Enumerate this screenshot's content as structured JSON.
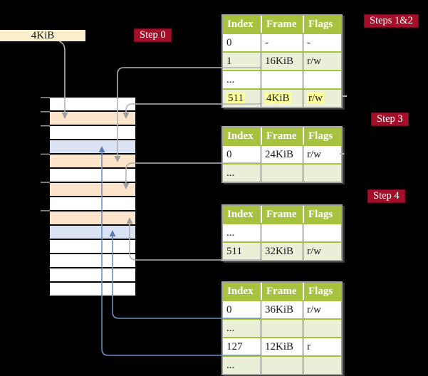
{
  "colors": {
    "background": "#000000",
    "cream_box": "#fbf0cd",
    "badge_bg": "#a50e29",
    "badge_border": "#7d0a20",
    "badge_text": "#ffffff",
    "table_header_bg": "#a7c23e",
    "table_header_text": "#ffffff",
    "table_row_tint": "#eaf0d8",
    "table_border_green": "#a7c23e",
    "table_border_outer": "#a0a0a0",
    "table_col_sep": "#4d4d4d",
    "highlight_yellow": "#ffff9c",
    "strip_white": "#ffffff",
    "strip_peach": "#fce5cb",
    "strip_blue": "#d9e3f3",
    "strip_sep": "#000000",
    "tick_gray": "#999999",
    "arrow_gray": "#b3b3b3",
    "arrow_gray_head": "#a0a0a0",
    "arrow_blue": "#6d8ebf",
    "arrow_blue_head": "#5b7cb0",
    "cell_text": "#1a1a1a"
  },
  "page_box": {
    "label": "4KiB"
  },
  "badges": {
    "step0": "Step 0",
    "steps12": "Steps 1&2",
    "step3": "Step 3",
    "step4": "Step 4"
  },
  "memory_strip": {
    "row_colors": [
      "white",
      "peach",
      "white",
      "blue",
      "peach",
      "white",
      "peach",
      "white",
      "peach",
      "blue",
      "white",
      "white",
      "white",
      "white"
    ],
    "tick_rows": [
      0,
      1,
      2,
      4,
      6,
      8
    ]
  },
  "tables": [
    {
      "id": "page-table-steps-1-2",
      "headers": [
        "Index",
        "Frame",
        "Flags"
      ],
      "rows": [
        {
          "cells": [
            "0",
            "-",
            "-"
          ],
          "tint": false,
          "highlight": false
        },
        {
          "cells": [
            "1",
            "16KiB",
            "r/w"
          ],
          "tint": true,
          "highlight": false
        },
        {
          "cells": [
            "...",
            "",
            ""
          ],
          "tint": false,
          "highlight": false
        },
        {
          "cells": [
            "511",
            "4KiB",
            "r/w"
          ],
          "tint": true,
          "highlight": true
        }
      ]
    },
    {
      "id": "page-table-step-3",
      "headers": [
        "Index",
        "Frame",
        "Flags"
      ],
      "rows": [
        {
          "cells": [
            "0",
            "24KiB",
            "r/w"
          ],
          "tint": false,
          "highlight": false
        },
        {
          "cells": [
            "...",
            "",
            ""
          ],
          "tint": true,
          "highlight": false
        }
      ]
    },
    {
      "id": "page-table-step-4-upper",
      "headers": [
        "Index",
        "Frame",
        "Flags"
      ],
      "rows": [
        {
          "cells": [
            "...",
            "",
            ""
          ],
          "tint": false,
          "highlight": false
        },
        {
          "cells": [
            "511",
            "32KiB",
            "r/w"
          ],
          "tint": true,
          "highlight": false
        }
      ]
    },
    {
      "id": "page-table-step-4-lower",
      "headers": [
        "Index",
        "Frame",
        "Flags"
      ],
      "rows": [
        {
          "cells": [
            "0",
            "36KiB",
            "r/w"
          ],
          "tint": false,
          "highlight": false
        },
        {
          "cells": [
            "...",
            "",
            ""
          ],
          "tint": true,
          "highlight": false
        },
        {
          "cells": [
            "127",
            "12KiB",
            "r"
          ],
          "tint": false,
          "highlight": false
        },
        {
          "cells": [
            "...",
            "",
            ""
          ],
          "tint": true,
          "highlight": false
        }
      ]
    }
  ]
}
